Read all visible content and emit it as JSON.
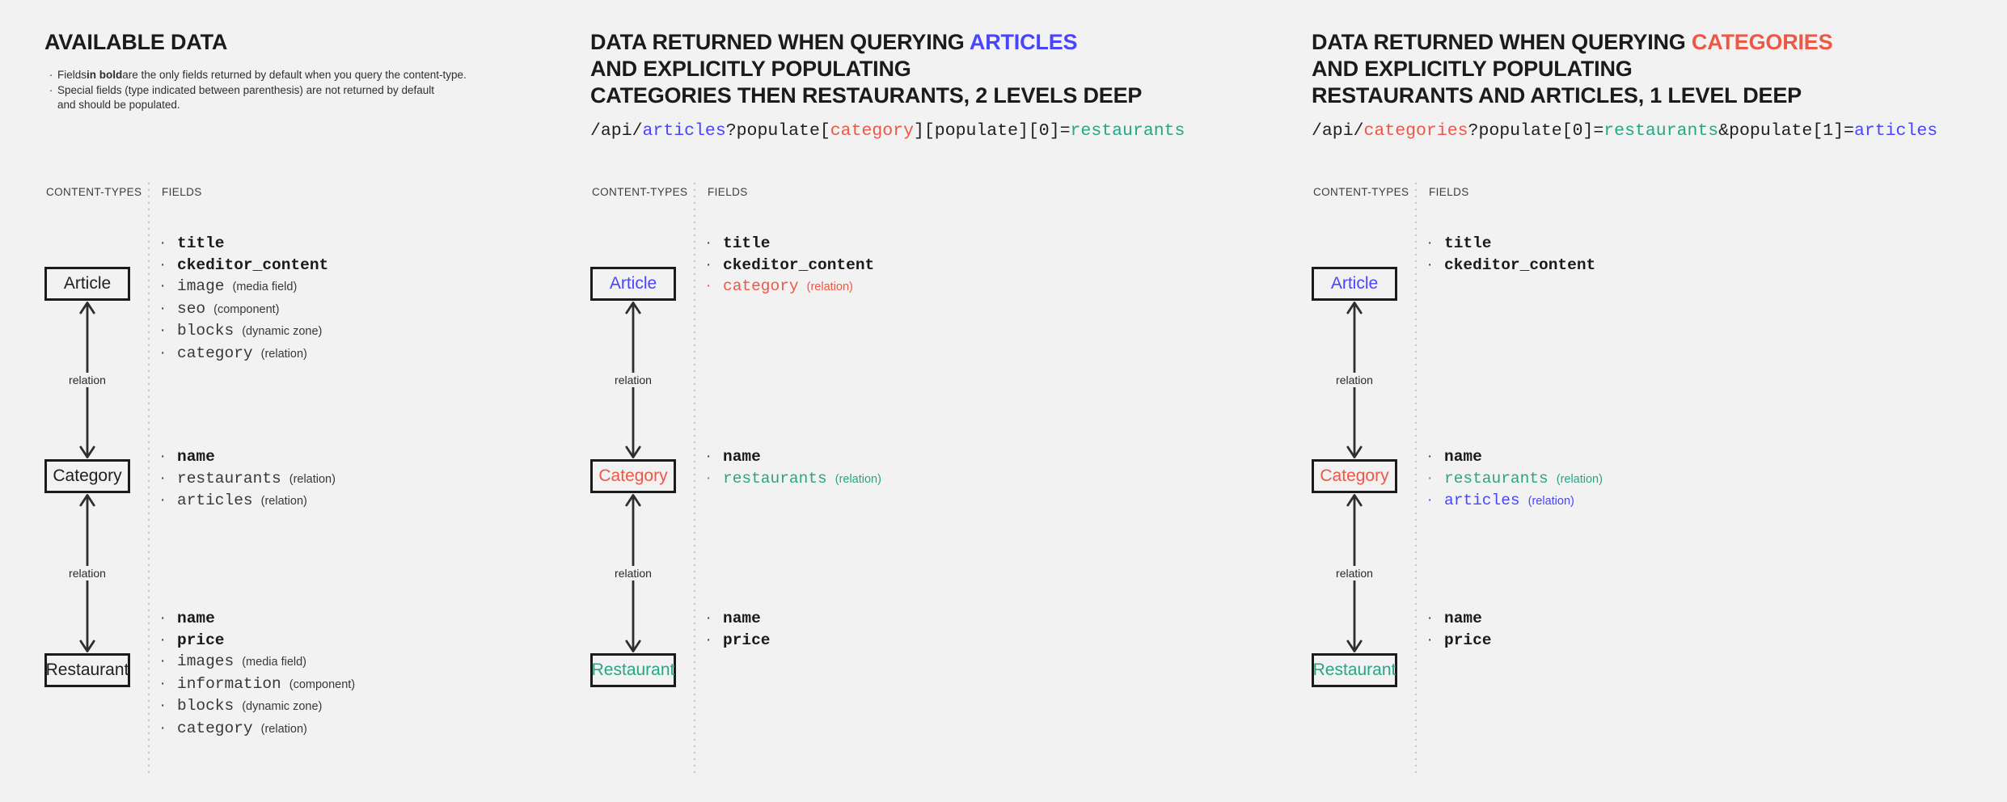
{
  "colors": {
    "dark": "#1f1f1f",
    "blue": "#4945ff",
    "red": "#ee5745",
    "green": "#28a585",
    "background": "#f2f2f2"
  },
  "glyphs": {
    "bullet": "·"
  },
  "labels": {
    "content_types": "CONTENT-TYPES",
    "fields": "FIELDS",
    "relation": "relation"
  },
  "columns": [
    {
      "name": "available-data",
      "title": [
        [
          {
            "t": "AVAILABLE DATA"
          }
        ]
      ],
      "notes": [
        {
          "bullet": true,
          "segs": [
            {
              "t": "Fields "
            },
            {
              "t": "in bold",
              "b": true
            },
            {
              "t": " are the only fields returned by default when you query the content-type."
            }
          ]
        },
        {
          "bullet": true,
          "segs": [
            {
              "t": "Special fields (type indicated between parenthesis) are not returned by default"
            }
          ]
        },
        {
          "bullet": false,
          "segs": [
            {
              "t": "and should be populated."
            }
          ]
        }
      ],
      "api": null,
      "nodes": [
        {
          "label": "Article",
          "color": "dark",
          "fields": [
            {
              "n": "title",
              "b": true
            },
            {
              "n": "ckeditor_content",
              "b": true
            },
            {
              "n": "image",
              "t": "(media field)"
            },
            {
              "n": "seo",
              "t": "(component)"
            },
            {
              "n": "blocks",
              "t": "(dynamic zone)"
            },
            {
              "n": "category",
              "t": "(relation)"
            }
          ]
        },
        {
          "label": "Category",
          "color": "dark",
          "fields": [
            {
              "n": "name",
              "b": true
            },
            {
              "n": "restaurants",
              "t": "(relation)"
            },
            {
              "n": "articles",
              "t": "(relation)"
            }
          ]
        },
        {
          "label": "Restaurant",
          "color": "dark",
          "fields": [
            {
              "n": "name",
              "b": true
            },
            {
              "n": "price",
              "b": true
            },
            {
              "n": "images",
              "t": "(media field)"
            },
            {
              "n": "information",
              "t": "(component)"
            },
            {
              "n": "blocks",
              "t": "(dynamic zone)"
            },
            {
              "n": "category",
              "t": "(relation)"
            }
          ]
        }
      ]
    },
    {
      "name": "query-articles-2-levels",
      "title": [
        [
          {
            "t": "DATA RETURNED WHEN QUERYING "
          },
          {
            "t": "ARTICLES",
            "c": "blue"
          }
        ],
        [
          {
            "t": "AND EXPLICITLY POPULATING"
          }
        ],
        [
          {
            "t": "CATEGORIES THEN RESTAURANTS, 2 LEVELS DEEP"
          }
        ]
      ],
      "notes": [],
      "api": [
        {
          "t": "/api/"
        },
        {
          "t": "articles",
          "c": "blue"
        },
        {
          "t": "?populate["
        },
        {
          "t": "category",
          "c": "red"
        },
        {
          "t": "][populate][0]="
        },
        {
          "t": "restaurants",
          "c": "green"
        }
      ],
      "nodes": [
        {
          "label": "Article",
          "color": "blue",
          "fields": [
            {
              "n": "title",
              "b": true
            },
            {
              "n": "ckeditor_content",
              "b": true
            },
            {
              "n": "category",
              "t": "(relation)",
              "c": "red"
            }
          ]
        },
        {
          "label": "Category",
          "color": "red",
          "fields": [
            {
              "n": "name",
              "b": true
            },
            {
              "n": "restaurants",
              "t": "(relation)",
              "c": "green"
            }
          ]
        },
        {
          "label": "Restaurant",
          "color": "green",
          "fields": [
            {
              "n": "name",
              "b": true
            },
            {
              "n": "price",
              "b": true
            }
          ]
        }
      ]
    },
    {
      "name": "query-categories-1-level",
      "title": [
        [
          {
            "t": "DATA RETURNED WHEN QUERYING "
          },
          {
            "t": "CATEGORIES",
            "c": "red"
          }
        ],
        [
          {
            "t": "AND EXPLICITLY POPULATING"
          }
        ],
        [
          {
            "t": "RESTAURANTS AND ARTICLES, 1 LEVEL DEEP"
          }
        ]
      ],
      "notes": [],
      "api": [
        {
          "t": "/api/"
        },
        {
          "t": "categories",
          "c": "red"
        },
        {
          "t": "?populate[0]="
        },
        {
          "t": "restaurants",
          "c": "green"
        },
        {
          "t": "&populate[1]="
        },
        {
          "t": "articles",
          "c": "blue"
        }
      ],
      "nodes": [
        {
          "label": "Article",
          "color": "blue",
          "fields": [
            {
              "n": "title",
              "b": true
            },
            {
              "n": "ckeditor_content",
              "b": true
            }
          ]
        },
        {
          "label": "Category",
          "color": "red",
          "fields": [
            {
              "n": "name",
              "b": true
            },
            {
              "n": "restaurants",
              "t": "(relation)",
              "c": "green"
            },
            {
              "n": "articles",
              "t": "(relation)",
              "c": "blue"
            }
          ]
        },
        {
          "label": "Restaurant",
          "color": "green",
          "fields": [
            {
              "n": "name",
              "b": true
            },
            {
              "n": "price",
              "b": true
            }
          ]
        }
      ]
    }
  ]
}
